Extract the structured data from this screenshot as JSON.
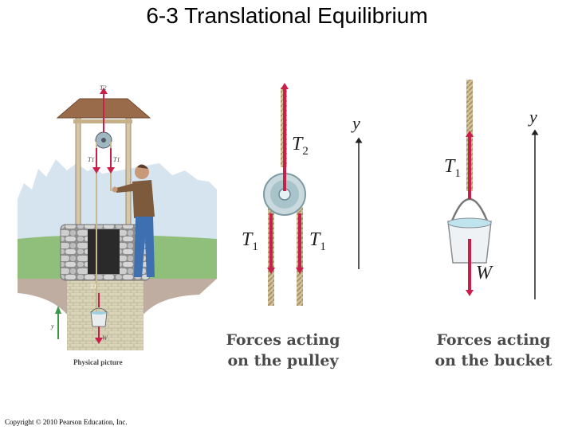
{
  "title": "6-3 Translational Equilibrium",
  "physical_picture": {
    "caption": "Physical picture",
    "labels": {
      "t2": "T2",
      "t1a": "T1",
      "t1b": "T1",
      "t1c": "T1",
      "w": "W",
      "y": "y"
    }
  },
  "pulley_diagram": {
    "axis_label": "y",
    "t2_label": "T",
    "t2_sub": "2",
    "t1_left": "T",
    "t1_left_sub": "1",
    "t1_right": "T",
    "t1_right_sub": "1",
    "caption_line1": "Forces acting",
    "caption_line2": "on the pulley"
  },
  "bucket_diagram": {
    "axis_label": "y",
    "t1_label": "T",
    "t1_sub": "1",
    "w_label": "W",
    "caption_line1": "Forces acting",
    "caption_line2": "on the bucket"
  },
  "colors": {
    "force_arrow": "#c8204a",
    "rope": "#c9b88e",
    "axis": "#222222",
    "sky": "#d6e4ef",
    "grass": "#8fbf7a",
    "stone": "#a9a9a9",
    "roof": "#9a6b4a",
    "water": "#bfe4ee"
  }
}
